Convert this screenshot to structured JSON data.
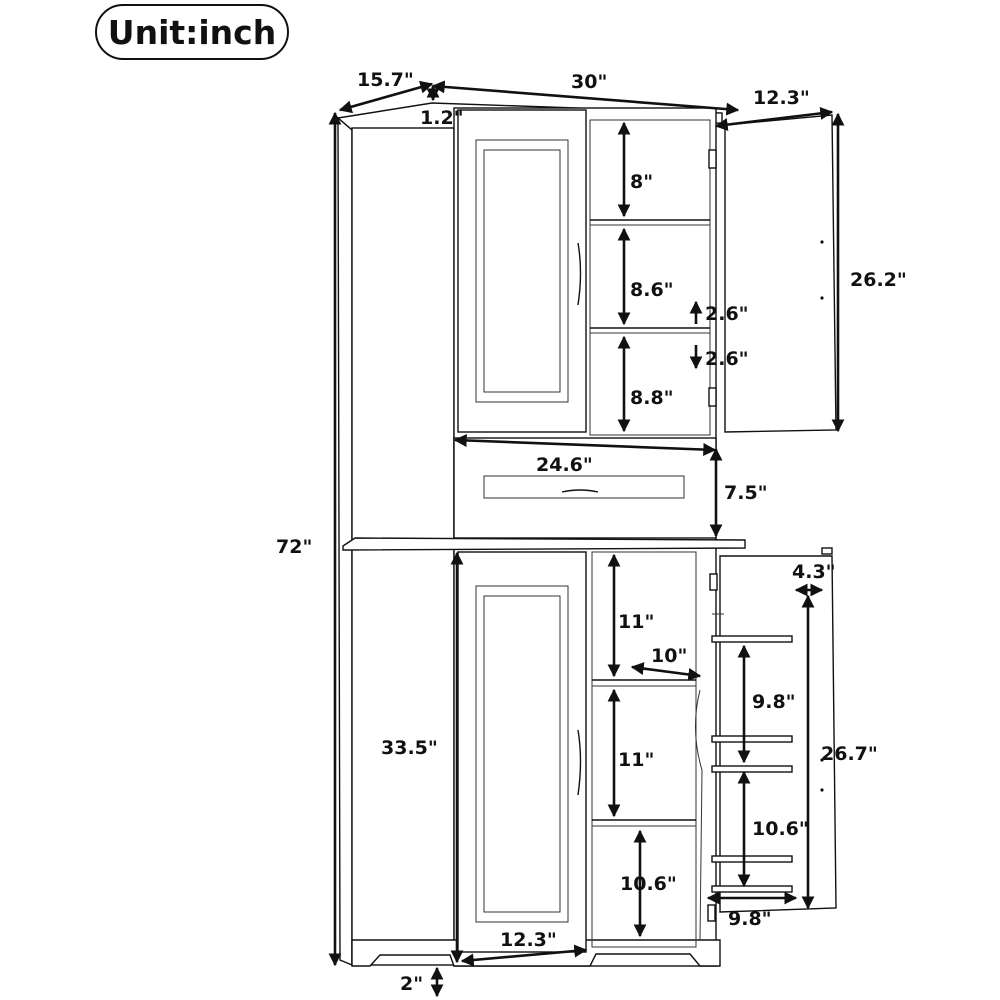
{
  "unit_label": "Unit:inch",
  "dimensions": {
    "depth_top": "15.7\"",
    "width_overall": "30\"",
    "door_width_top": "12.3\"",
    "top_thickness": "1.2\"",
    "shelf_8": "8\"",
    "shelf_8_6": "8.6\"",
    "adjust_up": "2.6\"",
    "adjust_down": "2.6\"",
    "shelf_8_8": "8.8\"",
    "upper_door_height": "26.2\"",
    "drawer_width": "24.6\"",
    "drawer_height": "7.5\"",
    "overall_height": "72\"",
    "door_shelf_depth": "4.3\"",
    "shelf_11_a": "11\"",
    "inner_depth": "10\"",
    "door_shelf_9_8_a": "9.8\"",
    "lower_cabinet_height": "33.5\"",
    "shelf_11_b": "11\"",
    "lower_door_height": "26.7\"",
    "door_shelf_10_6": "10.6\"",
    "shelf_10_6": "10.6\"",
    "door_shelf_9_8_b": "9.8\"",
    "door_width_bottom": "12.3\"",
    "base_height": "2\""
  }
}
